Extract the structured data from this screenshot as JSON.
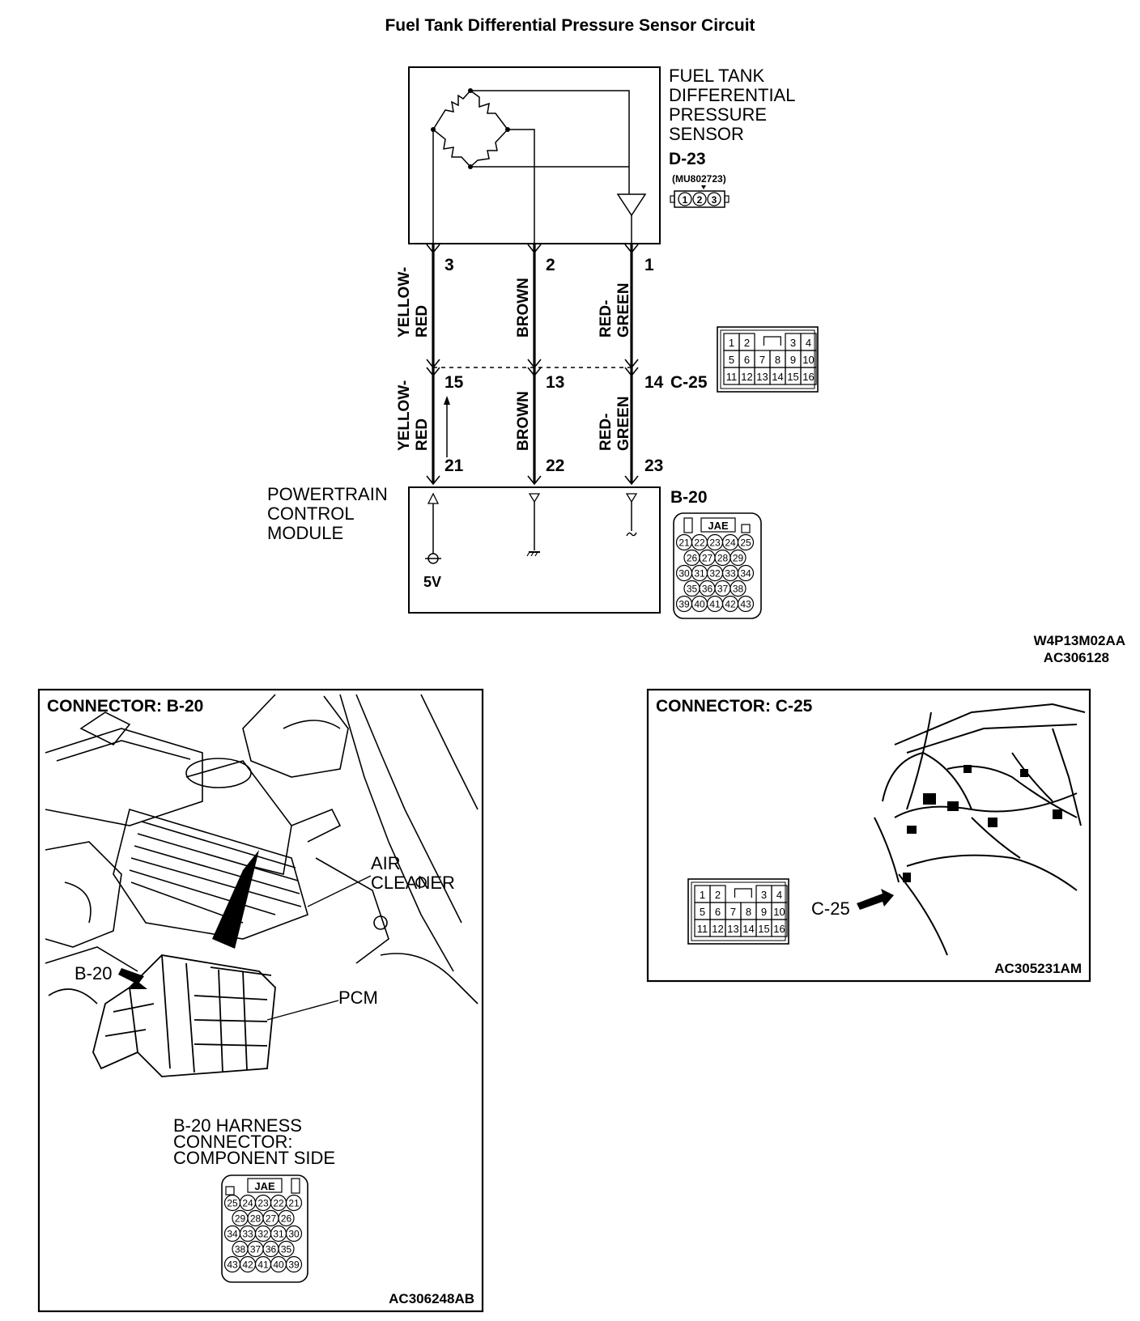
{
  "title": "Fuel Tank Differential Pressure Sensor Circuit",
  "sensor": {
    "label_lines": [
      "FUEL TANK",
      "DIFFERENTIAL",
      "PRESSURE",
      "SENSOR"
    ],
    "connector": "D-23",
    "part_number": "(MU802723)",
    "pins": [
      "1",
      "2",
      "3"
    ]
  },
  "wires": [
    {
      "color_lines": [
        "YELLOW-",
        "RED"
      ],
      "sensor_pin": "3",
      "c25_pin": "15",
      "pcm_pin": "21"
    },
    {
      "color_lines": [
        "BROWN"
      ],
      "sensor_pin": "2",
      "c25_pin": "13",
      "pcm_pin": "22"
    },
    {
      "color_lines": [
        "RED-",
        "GREEN"
      ],
      "sensor_pin": "1",
      "c25_pin": "14",
      "pcm_pin": "23"
    }
  ],
  "c25": {
    "label": "C-25",
    "pin_rows": [
      [
        "1",
        "2",
        "",
        "3",
        "4"
      ],
      [
        "5",
        "6",
        "7",
        "8",
        "9",
        "10"
      ],
      [
        "11",
        "12",
        "13",
        "14",
        "15",
        "16"
      ]
    ]
  },
  "pcm": {
    "label_lines": [
      "POWERTRAIN",
      "CONTROL",
      "MODULE"
    ],
    "connector": "B-20",
    "supply": "5V",
    "jae": "JAE",
    "pin_rows": [
      [
        "21",
        "22",
        "23",
        "24",
        "25"
      ],
      [
        "26",
        "27",
        "28",
        "29"
      ],
      [
        "30",
        "31",
        "32",
        "33",
        "34"
      ],
      [
        "35",
        "36",
        "37",
        "38"
      ],
      [
        "39",
        "40",
        "41",
        "42",
        "43"
      ]
    ]
  },
  "ref_codes": [
    "W4P13M02AA",
    "AC306128"
  ],
  "panel_b20": {
    "heading": "CONNECTOR: B-20",
    "callouts": [
      "AIR",
      "CLEANER",
      "B-20",
      "PCM"
    ],
    "harness_lines": [
      "B-20 HARNESS",
      "CONNECTOR:",
      "COMPONENT SIDE"
    ],
    "jae": "JAE",
    "pin_rows": [
      [
        "25",
        "24",
        "23",
        "22",
        "21"
      ],
      [
        "29",
        "28",
        "27",
        "26"
      ],
      [
        "34",
        "33",
        "32",
        "31",
        "30"
      ],
      [
        "38",
        "37",
        "36",
        "35"
      ],
      [
        "43",
        "42",
        "41",
        "40",
        "39"
      ]
    ],
    "code": "AC306248AB"
  },
  "panel_c25": {
    "heading": "CONNECTOR: C-25",
    "callout": "C-25",
    "code": "AC305231AM"
  }
}
